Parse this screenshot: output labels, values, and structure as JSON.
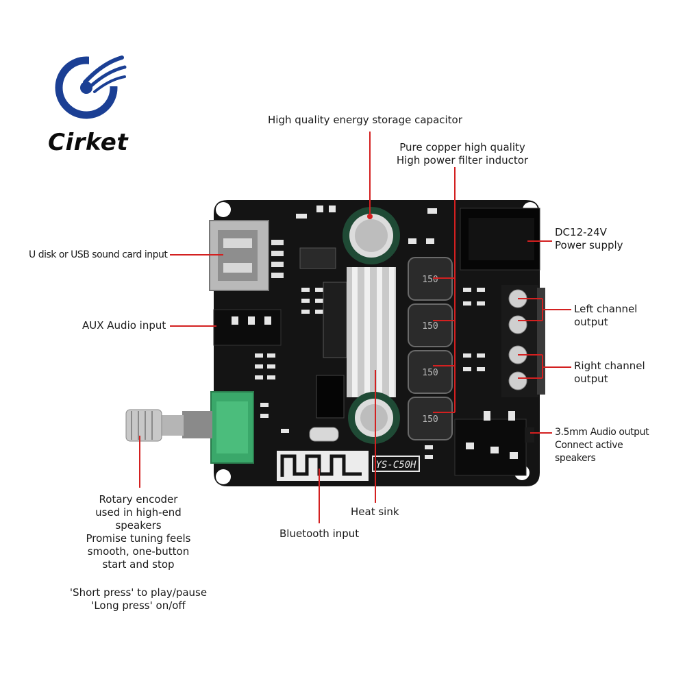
{
  "brand": {
    "name": "Cirket",
    "logo_color": "#1b3f94",
    "icon": "cirket-swoosh-logo"
  },
  "colors": {
    "callout_line": "#d32020",
    "board": "#141414",
    "heatsink": "#c9c9c9",
    "potentiometer": "#3aa86a"
  },
  "board_marking": "YS-C50H",
  "inductor_marking": "150",
  "labels": {
    "capacitor": "High quality energy storage capacitor",
    "inductor": [
      "Pure copper high quality",
      "High power filter inductor"
    ],
    "usb": "U disk or USB sound card input",
    "aux": "AUX Audio input",
    "power": [
      "DC12-24V",
      "Power supply"
    ],
    "left_channel": [
      "Left channel",
      "output"
    ],
    "right_channel": [
      "Right channel",
      "output"
    ],
    "audio_out": [
      "3.5mm Audio output",
      "Connect active",
      "speakers"
    ],
    "encoder": [
      "Rotary encoder",
      "used in high-end",
      "speakers",
      "Promise tuning feels",
      "smooth, one-button",
      "start and stop"
    ],
    "press": [
      "'Short press' to play/pause",
      "'Long press' on/off"
    ],
    "heatsink": "Heat sink",
    "bluetooth": "Bluetooth input"
  }
}
